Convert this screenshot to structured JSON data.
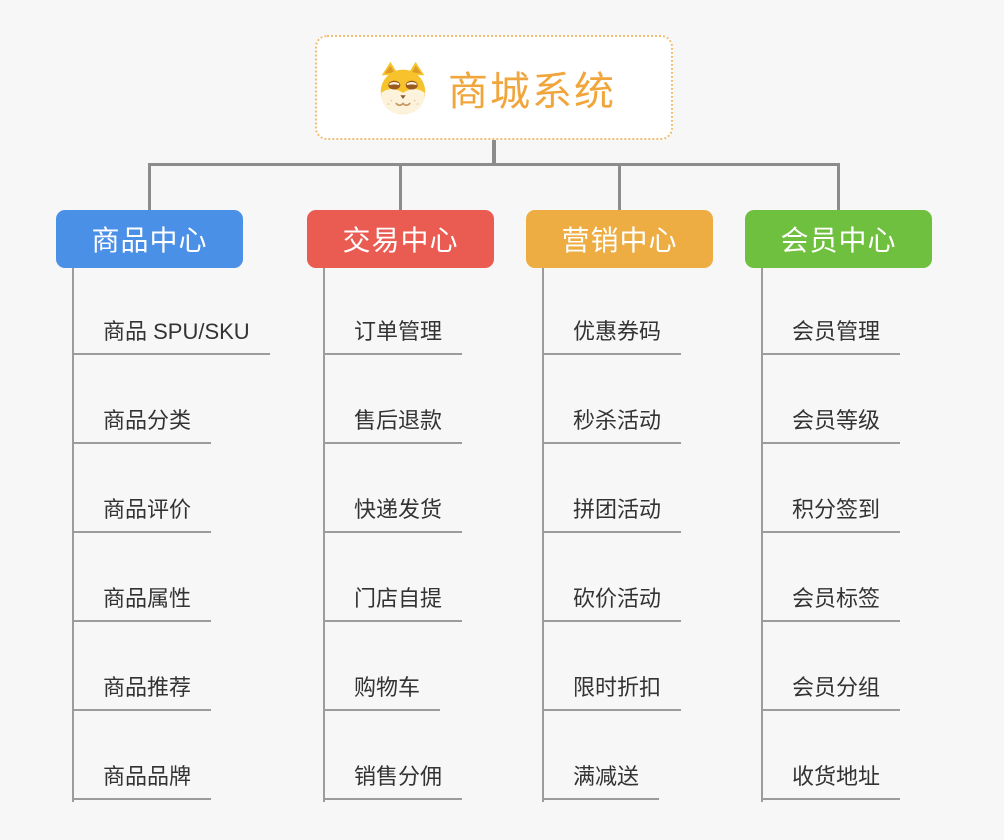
{
  "root": {
    "title": "商城系统",
    "icon": "dog-face-icon",
    "title_color": "#f0a63c",
    "border_color": "#f2bd72"
  },
  "colors": {
    "background": "#f7f7f7",
    "connector": "#8c8c8c",
    "branch_stem": "#9c9c9c",
    "leaf_text": "#333333"
  },
  "branches": [
    {
      "label": "商品中心",
      "color": "#4b90e7",
      "children": [
        "商品 SPU/SKU",
        "商品分类",
        "商品评价",
        "商品属性",
        "商品推荐",
        "商品品牌"
      ]
    },
    {
      "label": "交易中心",
      "color": "#ea5b52",
      "children": [
        "订单管理",
        "售后退款",
        "快递发货",
        "门店自提",
        "购物车",
        "销售分佣"
      ]
    },
    {
      "label": "营销中心",
      "color": "#edad42",
      "children": [
        "优惠券码",
        "秒杀活动",
        "拼团活动",
        "砍价活动",
        "限时折扣",
        "满减送"
      ]
    },
    {
      "label": "会员中心",
      "color": "#70c040",
      "children": [
        "会员管理",
        "会员等级",
        "积分签到",
        "会员标签",
        "会员分组",
        "收货地址"
      ]
    }
  ]
}
